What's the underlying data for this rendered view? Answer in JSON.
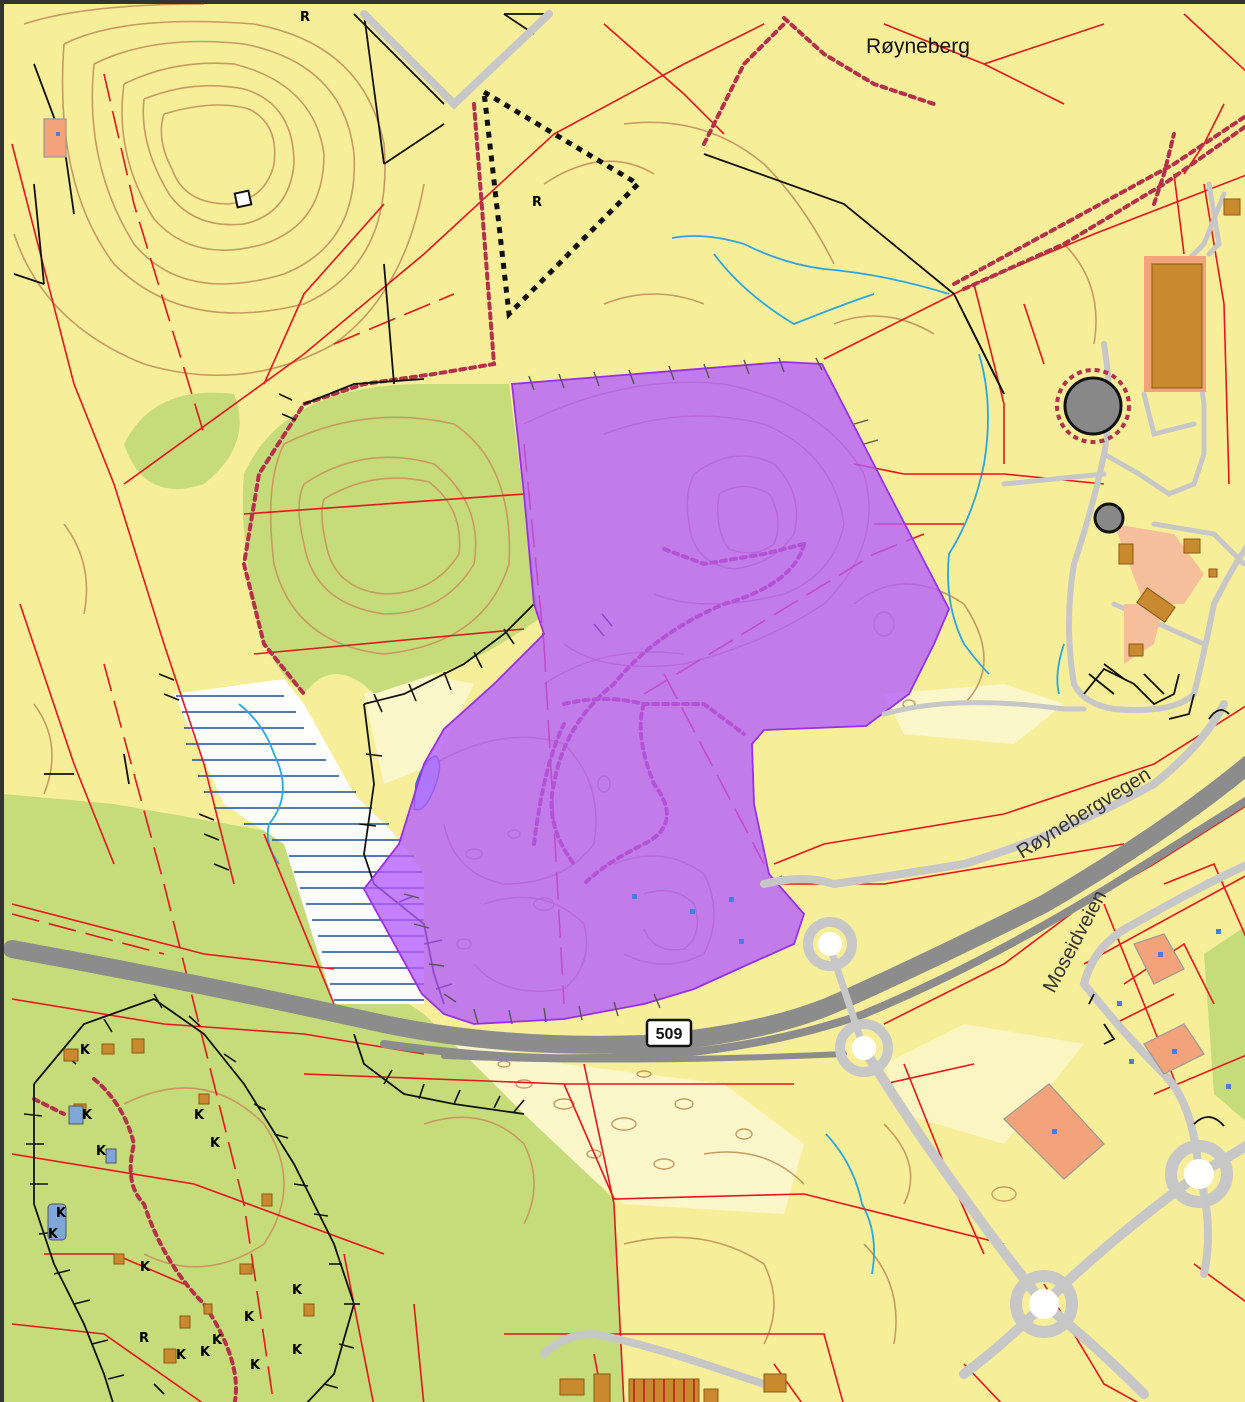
{
  "places": {
    "royneberg": "Røyneberg",
    "royneberg_road": "Røynebergvegen",
    "moseid_road": "Moseidveien",
    "route_shield": "509"
  },
  "symbols": {
    "r": "R",
    "k": "K"
  },
  "colors": {
    "base_yellow": "#f7ee9a",
    "light_yellow": "#fbf7cb",
    "green": "#c6dc7a",
    "purple_area": "#b45cff",
    "road_grey": "#8c8c8c",
    "property_red": "#e8141e",
    "contour_brown": "#c89a62",
    "building_orange": "#c9892e",
    "lot_salmon": "#f2a37a",
    "water_blue": "#2aa6e0",
    "marsh_blue": "#1b4f9c"
  },
  "icons": [
    "roundabout-icon",
    "tank-icon",
    "route-shield-icon"
  ]
}
